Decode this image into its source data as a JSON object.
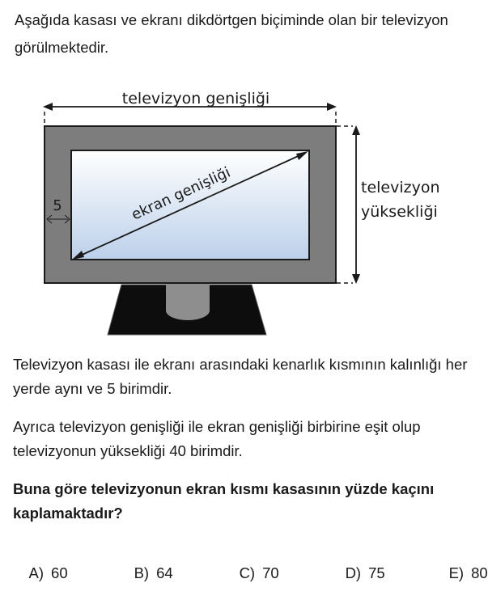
{
  "intro_text": "Aşağıda kasası ve ekranı dikdörtgen biçiminde olan bir televizyon görülmektedir.",
  "figure": {
    "tv_width_label": "televizyon genişliği",
    "screen_width_label": "ekran genişliği",
    "tv_height_label_line1": "televizyon",
    "tv_height_label_line2": "yüksekliği",
    "border_label": "5"
  },
  "paragraph1": "Televizyon kasası ile ekranı arasındaki kenarlık kısmının kalınlığı her yerde aynı ve 5 birimdir.",
  "paragraph2": "Ayrıca televizyon genişliği ile ekran genişliği birbirine eşit olup televizyonun yüksekliği 40 birimdir.",
  "question": "Buna göre televizyonun ekran kısmı kasasının yüzde kaçını kaplamaktadır?",
  "options": [
    {
      "label": "A)",
      "value": "60"
    },
    {
      "label": "B)",
      "value": "64"
    },
    {
      "label": "C)",
      "value": "70"
    },
    {
      "label": "D)",
      "value": "75"
    },
    {
      "label": "E)",
      "value": "80"
    }
  ]
}
